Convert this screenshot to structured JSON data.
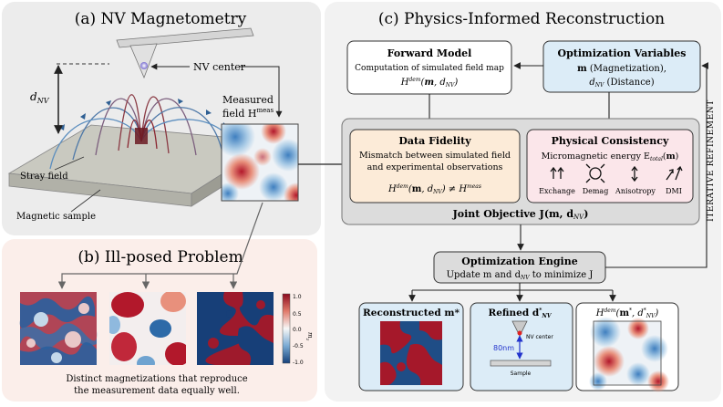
{
  "panel_a": {
    "title": "(a) NV Magnetometry",
    "nv_center_label": "NV center",
    "dnv_label": "d",
    "dnv_sub": "NV",
    "measured_label_line1": "Measured",
    "measured_label_line2": "field H",
    "measured_sup": "meas",
    "stray_field_label": "Stray field",
    "sample_label": "Magnetic sample"
  },
  "panel_b": {
    "title": "(b) Ill-posed Problem",
    "colorbar_ticks": [
      "1.0",
      "0.5",
      "0.0",
      "-0.5",
      "-1.0"
    ],
    "colorbar_label": "m",
    "colorbar_sub": "z",
    "caption_line1": "Distinct magnetizations that reproduce",
    "caption_line2": "the measurement data equally well."
  },
  "panel_c": {
    "title": "(c) Physics-Informed Reconstruction",
    "forward_model": {
      "title": "Forward Model",
      "line1": "Computation of simulated field map",
      "line2": "H"
    },
    "opt_vars": {
      "title": "Optimization Variables",
      "line1_bold": "m",
      "line1": " (Magnetization),",
      "line2": "d",
      "line2_rest": " (Distance)"
    },
    "data_fidelity": {
      "title": "Data Fidelity",
      "line1": "Mismatch between simulated field",
      "line2": "and experimental observations"
    },
    "physical_consistency": {
      "title": "Physical Consistency",
      "line1": "Micromagnetic energy E",
      "icons": [
        "Exchange",
        "Demag",
        "Anisotropy",
        "DMI"
      ]
    },
    "joint_objective": "Joint Objective J(m, d",
    "iterative_refinement": "ITERATIVE REFINEMENT",
    "engine": {
      "title": "Optimization Engine",
      "line": "Update m and d",
      "line_rest": " to minimize J"
    },
    "reconstructed": "Reconstructed m*",
    "refined": "Refined d",
    "refined_nv": "NV center",
    "refined_distance": "80nm",
    "refined_sample": "Sample",
    "hdem_result": "H"
  },
  "colors": {
    "panel_a_bg": "#ececec",
    "panel_b_bg": "#fbeeea",
    "panel_c_bg": "#f0f0f0",
    "opt_vars_fill": "#dcecf7",
    "data_fidelity_fill": "#fcebd8",
    "physical_fill": "#fbe6ea",
    "joint_fill": "#dcdcdc",
    "result_fill": "#dcecf7",
    "map_red": "#a5182a",
    "map_blue": "#1f4d86"
  }
}
